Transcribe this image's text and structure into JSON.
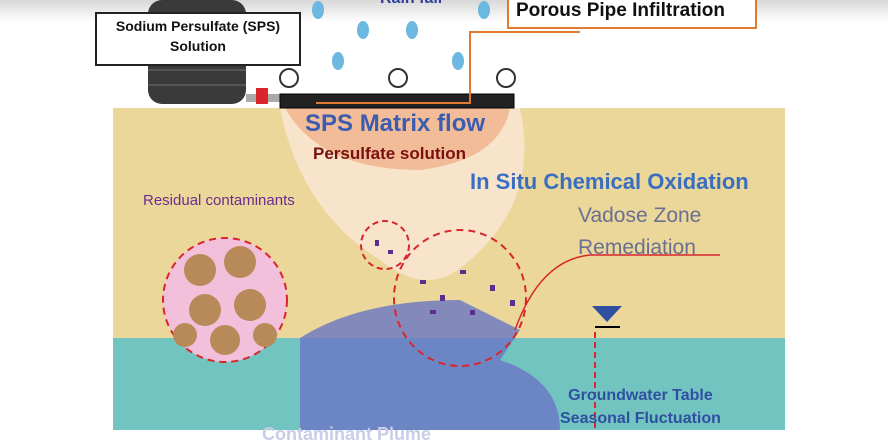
{
  "labels": {
    "tank": [
      "Sodium Persulfate (SPS)",
      "Solution"
    ],
    "rain": "Rain fall",
    "pipe": "Porous Pipe Infiltration",
    "matrix_flow": "SPS Matrix flow",
    "persulfate": "Persulfate solution",
    "isco": "In Situ Chemical Oxidation",
    "vadose": [
      "Vadose Zone",
      "Remediation"
    ],
    "residual": "Residual contaminants",
    "groundwater": [
      "Groundwater Table",
      "Seasonal Fluctuation"
    ],
    "plume": "Contaminant Plume"
  },
  "colors": {
    "sand": "#ecd79a",
    "water": "#72c4c0",
    "plume": "#6a76c4",
    "title_blue": "#3a5db0",
    "dark_blue": "#2f3f9a",
    "red": "#d8262c",
    "orange": "#e07a30",
    "purple": "#5a2d91"
  }
}
